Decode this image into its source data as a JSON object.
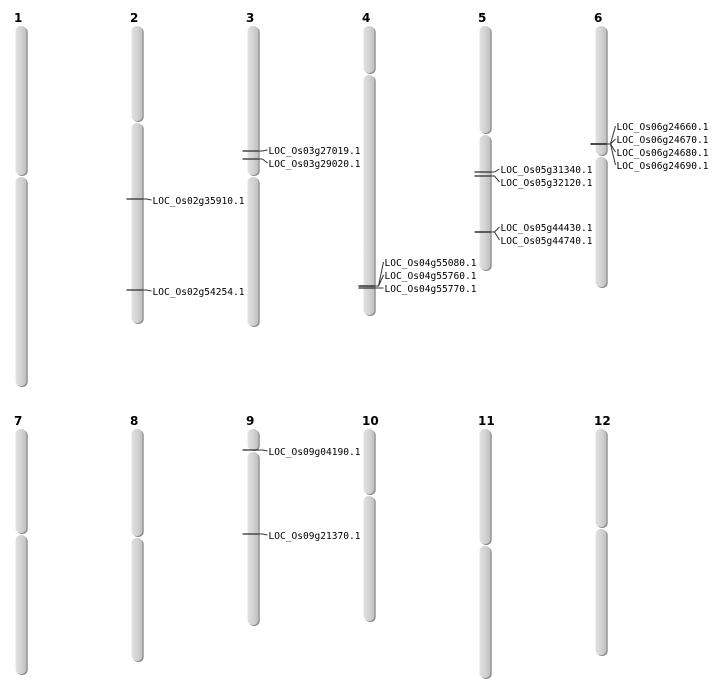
{
  "colors": {
    "chromosome": "#d4d4d4",
    "chromosome_edge": "#8a8a8a",
    "marker": "#333333"
  },
  "chromosomes": [
    {
      "name": "1",
      "genes": []
    },
    {
      "name": "2",
      "genes": [
        "LOC_Os02g35910.1",
        "LOC_Os02g54254.1"
      ]
    },
    {
      "name": "3",
      "genes": [
        "LOC_Os03g27019.1",
        "LOC_Os03g29020.1"
      ]
    },
    {
      "name": "4",
      "genes": [
        "LOC_Os04g55080.1",
        "LOC_Os04g55760.1",
        "LOC_Os04g55770.1"
      ]
    },
    {
      "name": "5",
      "genes": [
        "LOC_Os05g31340.1",
        "LOC_Os05g32120.1",
        "LOC_Os05g44430.1",
        "LOC_Os05g44740.1"
      ]
    },
    {
      "name": "6",
      "genes": [
        "LOC_Os06g24660.1",
        "LOC_Os06g24670.1",
        "LOC_Os06g24680.1",
        "LOC_Os06g24690.1"
      ]
    },
    {
      "name": "7",
      "genes": []
    },
    {
      "name": "8",
      "genes": []
    },
    {
      "name": "9",
      "genes": [
        "LOC_Os09g04190.1",
        "LOC_Os09g21370.1"
      ]
    },
    {
      "name": "10",
      "genes": []
    },
    {
      "name": "11",
      "genes": []
    },
    {
      "name": "12",
      "genes": []
    }
  ]
}
